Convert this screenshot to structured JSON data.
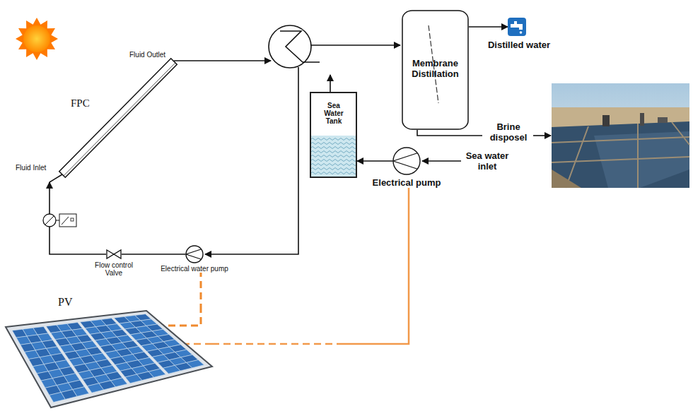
{
  "diagram": {
    "nodes": [
      {
        "text": [
          "FPC"
        ]
      },
      {
        "text": [
          "Membrane Distillation"
        ]
      },
      {
        "text": [
          "Distilled water"
        ]
      },
      {
        "text": [
          "Sea Water Tank"
        ]
      },
      {
        "text": [
          "Electrical pump"
        ]
      },
      {
        "text": [
          "Flow control Valve"
        ]
      },
      {
        "text": [
          "Electrical water pump"
        ]
      },
      {
        "text": [
          "PV"
        ]
      }
    ],
    "edges": [
      {
        "from": 1,
        "to": 2,
        "arrow": "to"
      },
      {
        "from": 4,
        "to": 3,
        "arrow": "to"
      },
      {
        "from": 6,
        "to": 5,
        "arrow": "none"
      },
      {
        "from": 5,
        "to": 0,
        "arrow": "to"
      },
      {
        "from": 7,
        "to": 6,
        "arrow": "none"
      },
      {
        "from": 7,
        "to": 4,
        "arrow": "none"
      }
    ],
    "labels": [
      "Fluid Outlet",
      "Fluid Inlet",
      "Brine disposel",
      "Sea water inlet"
    ]
  }
}
